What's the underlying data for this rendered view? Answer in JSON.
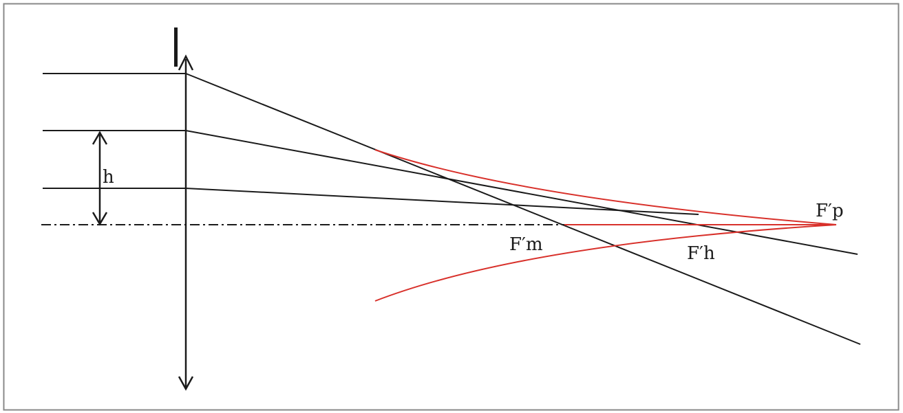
{
  "diagram": {
    "lens_label": "l",
    "height_label": "h",
    "focus_paraxial_label": "F′p",
    "focus_marginal_label": "F′m",
    "focus_height_label": "F′h",
    "colors": {
      "rays": "#1a1a1a",
      "caustic": "#d8302a",
      "border": "#888888"
    }
  }
}
